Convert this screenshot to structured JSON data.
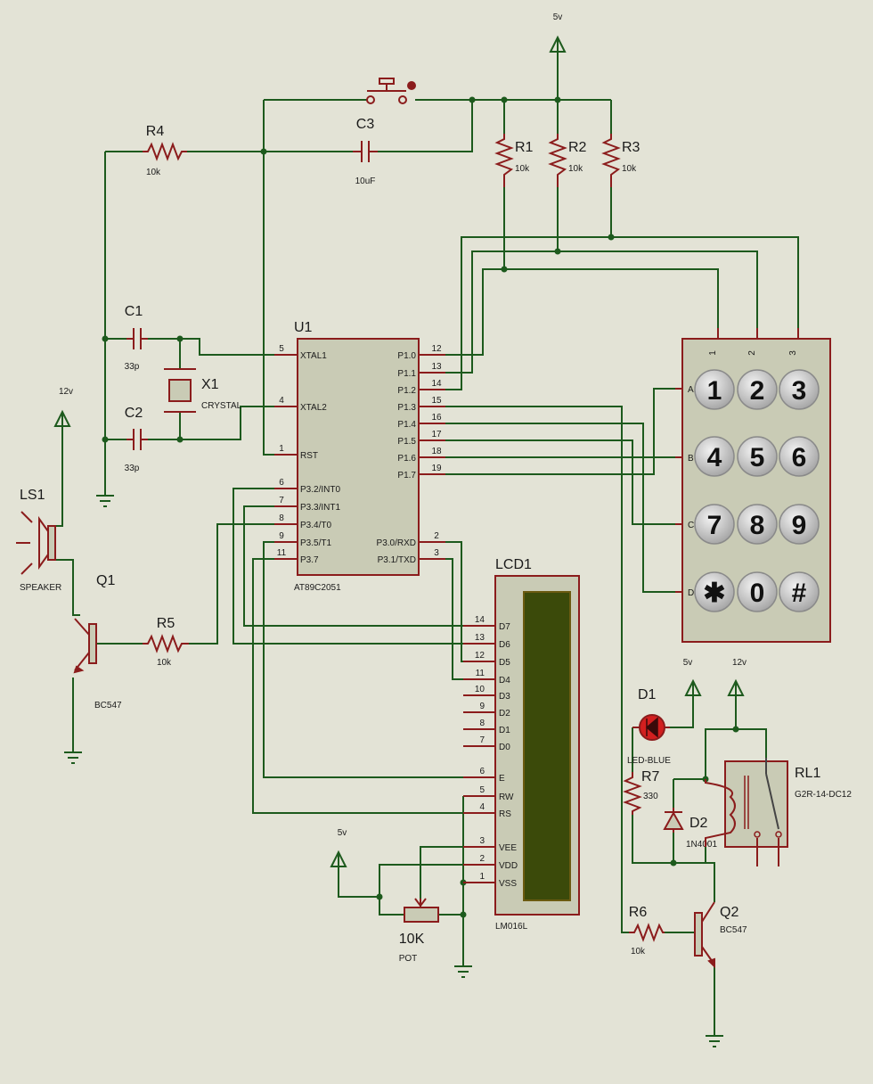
{
  "supplies": {
    "v5": "5v",
    "v12": "12v"
  },
  "components": {
    "u1": {
      "ref": "U1",
      "part": "AT89C2051"
    },
    "lcd1": {
      "ref": "LCD1",
      "part": "LM016L"
    },
    "r1": {
      "ref": "R1",
      "value": "10k"
    },
    "r2": {
      "ref": "R2",
      "value": "10k"
    },
    "r3": {
      "ref": "R3",
      "value": "10k"
    },
    "r4": {
      "ref": "R4",
      "value": "10k"
    },
    "r5": {
      "ref": "R5",
      "value": "10k"
    },
    "r6": {
      "ref": "R6",
      "value": "10k"
    },
    "r7": {
      "ref": "R7",
      "value": "330"
    },
    "c1": {
      "ref": "C1",
      "value": "33p"
    },
    "c2": {
      "ref": "C2",
      "value": "33p"
    },
    "c3": {
      "ref": "C3",
      "value": "10uF"
    },
    "x1": {
      "ref": "X1",
      "value": "CRYSTAL"
    },
    "ls1": {
      "ref": "LS1",
      "value": "SPEAKER"
    },
    "q1": {
      "ref": "Q1",
      "value": "BC547"
    },
    "q2": {
      "ref": "Q2",
      "value": "BC547"
    },
    "d1": {
      "ref": "D1",
      "value": "LED-BLUE"
    },
    "d2": {
      "ref": "D2",
      "value": "1N4001"
    },
    "rl1": {
      "ref": "RL1",
      "value": "G2R-14-DC12"
    },
    "pot": {
      "value": "10K",
      "type": "POT"
    }
  },
  "u1_pins_left": [
    {
      "num": "5",
      "name": "XTAL1"
    },
    {
      "num": "4",
      "name": "XTAL2"
    },
    {
      "num": "1",
      "name": "RST"
    },
    {
      "num": "6",
      "name": "P3.2/INT0"
    },
    {
      "num": "7",
      "name": "P3.3/INT1"
    },
    {
      "num": "8",
      "name": "P3.4/T0"
    },
    {
      "num": "9",
      "name": "P3.5/T1"
    },
    {
      "num": "11",
      "name": "P3.7"
    }
  ],
  "u1_pins_right": [
    {
      "num": "12",
      "name": "P1.0"
    },
    {
      "num": "13",
      "name": "P1.1"
    },
    {
      "num": "14",
      "name": "P1.2"
    },
    {
      "num": "15",
      "name": "P1.3"
    },
    {
      "num": "16",
      "name": "P1.4"
    },
    {
      "num": "17",
      "name": "P1.5"
    },
    {
      "num": "18",
      "name": "P1.6"
    },
    {
      "num": "19",
      "name": "P1.7"
    },
    {
      "num": "2",
      "name": "P3.0/RXD"
    },
    {
      "num": "3",
      "name": "P3.1/TXD"
    }
  ],
  "lcd_pins": [
    {
      "num": "14",
      "name": "D7"
    },
    {
      "num": "13",
      "name": "D6"
    },
    {
      "num": "12",
      "name": "D5"
    },
    {
      "num": "11",
      "name": "D4"
    },
    {
      "num": "10",
      "name": "D3"
    },
    {
      "num": "9",
      "name": "D2"
    },
    {
      "num": "8",
      "name": "D1"
    },
    {
      "num": "7",
      "name": "D0"
    },
    {
      "num": "6",
      "name": "E"
    },
    {
      "num": "5",
      "name": "RW"
    },
    {
      "num": "4",
      "name": "RS"
    },
    {
      "num": "3",
      "name": "VEE"
    },
    {
      "num": "2",
      "name": "VDD"
    },
    {
      "num": "1",
      "name": "VSS"
    }
  ],
  "keypad": {
    "cols": [
      "1",
      "2",
      "3"
    ],
    "rows": [
      "A",
      "B",
      "C",
      "D"
    ],
    "keys": [
      "1",
      "2",
      "3",
      "4",
      "5",
      "6",
      "7",
      "8",
      "9",
      "✱",
      "0",
      "#"
    ]
  },
  "colors": {
    "wire": "#1d5a1d",
    "component": "#8b1c1c",
    "chip_fill": "#c9cbb5",
    "background": "#e3e3d6",
    "lcd_screen": "#3b4a0a",
    "key_fill": "#cfcfcf"
  }
}
